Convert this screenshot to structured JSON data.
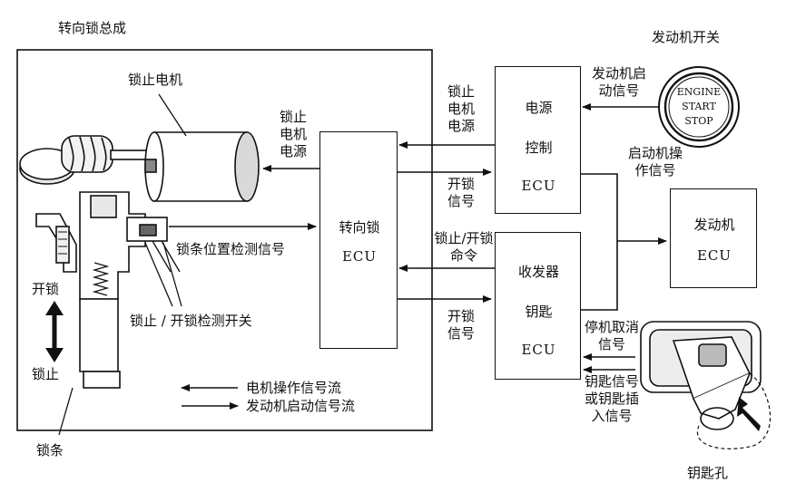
{
  "assembly_title": "转向锁总成",
  "engine_switch_title": "发动机开关",
  "keyhole_title": "钥匙孔",
  "rack_label": "锁条",
  "lock_motor_label": "锁止电机",
  "motor_power_left": "锁止电机电源",
  "position_signal_label": "锁条位置检测信号",
  "unlock_label": "开锁",
  "lock_label": "锁止",
  "detect_switch_label": "锁止 / 开锁检测开关",
  "legend": {
    "motor_flow": "电机操作信号流",
    "engine_flow": "发动机启动信号流"
  },
  "steering_ecu": {
    "line1": "转向锁",
    "line2": "ECU"
  },
  "power_ecu": {
    "line1": "电源",
    "line2": "控制",
    "line3": "ECU"
  },
  "transceiver_ecu": {
    "line1": "收发器",
    "line2": "钥匙",
    "line3": "ECU"
  },
  "engine_ecu": {
    "line1": "发动机",
    "line2": "ECU"
  },
  "signals": {
    "motor_power_mid": "锁止电机电源",
    "unlock_signal_upper": "开锁信号",
    "lock_unlock_cmd": "锁止/开锁命令",
    "unlock_signal_lower": "开锁信号",
    "engine_start_signal": "发动机启动信号",
    "start_op_signal": "启动机操作信号",
    "stop_cancel_signal": "停机取消信号",
    "key_signal": "钥匙信号或钥匙插入信号"
  },
  "engine_button": {
    "line1": "ENGINE",
    "line2": "START",
    "line3": "STOP"
  }
}
